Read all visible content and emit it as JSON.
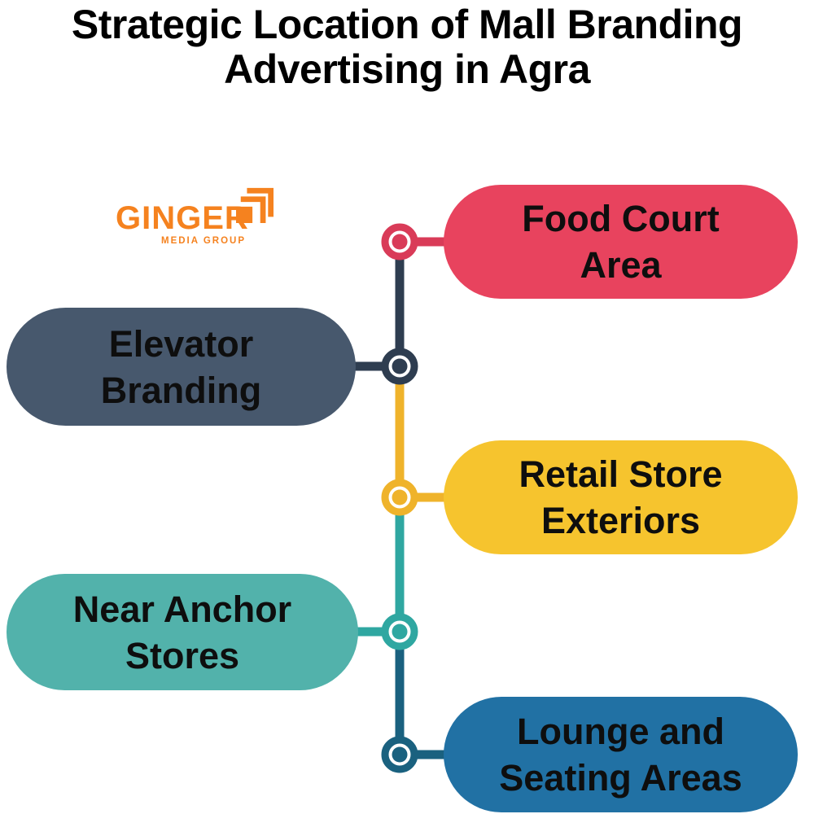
{
  "title": {
    "line1": "Strategic Location of Mall Branding",
    "line2": "Advertising in Agra"
  },
  "logo": {
    "name": "GINGER",
    "tagline": "MEDIA GROUP",
    "color": "#F5821F"
  },
  "timeline": {
    "items": [
      {
        "label_lines": [
          "Food Court",
          "Area"
        ],
        "side": "right",
        "pill_color": "#E8435E",
        "node_color": "#D93B58"
      },
      {
        "label_lines": [
          "Elevator",
          "Branding"
        ],
        "side": "left",
        "pill_color": "#47586D",
        "node_color": "#2E3D50"
      },
      {
        "label_lines": [
          "Retail Store",
          "Exteriors"
        ],
        "side": "right",
        "pill_color": "#F6C42E",
        "node_color": "#EFB32B"
      },
      {
        "label_lines": [
          "Near Anchor",
          "Stores"
        ],
        "side": "left",
        "pill_color": "#52B2AB",
        "node_color": "#2FA7A1"
      },
      {
        "label_lines": [
          "Lounge and",
          "Seating Areas"
        ],
        "side": "right",
        "pill_color": "#2171A4",
        "node_color": "#1A617F"
      }
    ],
    "text_color": "#0e0e0e"
  }
}
